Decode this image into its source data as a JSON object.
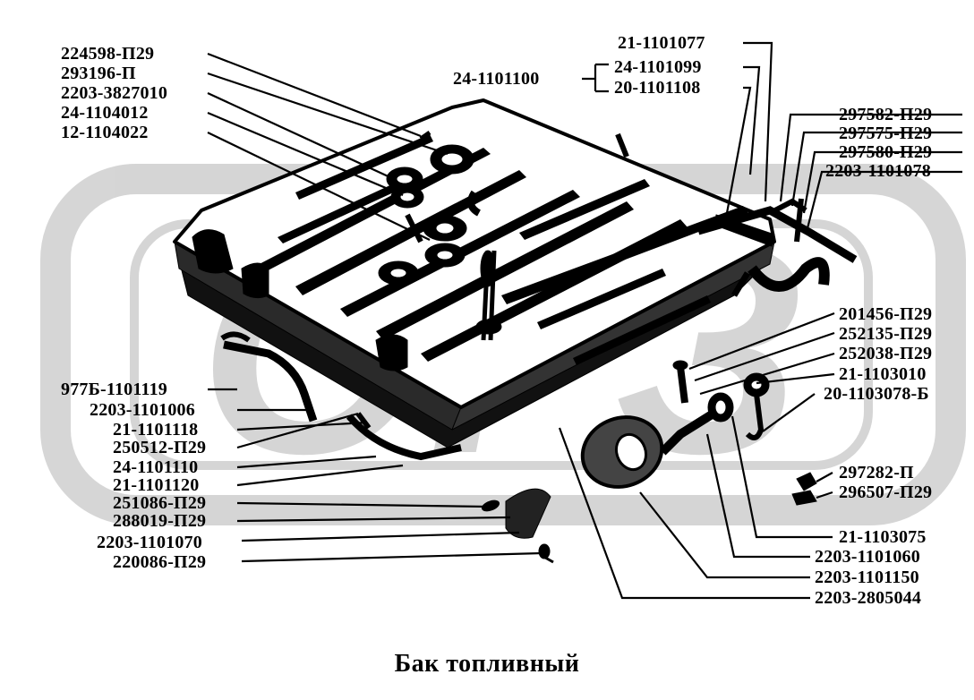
{
  "title": "Бак топливный",
  "labels": {
    "l_224598": "224598-П29",
    "l_293196": "293196-П",
    "l_2203_3827010": "2203-3827010",
    "l_24_1104012": "24-1104012",
    "l_12_1104022": "12-1104022",
    "l_21_1101077": "21-1101077",
    "l_24_1101100": "24-1101100",
    "l_24_1101099": "24-1101099",
    "l_20_1101108": "20-1101108",
    "l_297582": "297582-П29",
    "l_297575": "297575-П29",
    "l_297580": "297580-П29",
    "l_2203_1101078": "2203-1101078",
    "l_201456": "201456-П29",
    "l_252135": "252135-П29",
    "l_252038": "252038-П29",
    "l_21_1103010": "21-1103010",
    "l_20_1103078": "20-1103078-Б",
    "l_977b": "977Б-1101119",
    "l_2203_1101006": "2203-1101006",
    "l_21_1101118": "21-1101118",
    "l_250512": "250512-П29",
    "l_24_1101110": "24-1101110",
    "l_21_1101120": "21-1101120",
    "l_251086": "251086-П29",
    "l_288019": "288019-П29",
    "l_2203_1101070": "2203-1101070",
    "l_220086": "220086-П29",
    "l_297282": "297282-П",
    "l_296507": "296507-П29",
    "l_21_1103075": "21-1103075",
    "l_2203_1101060": "2203-1101060",
    "l_2203_1101150": "2203-1101150",
    "l_2203_2805044": "2203-2805044"
  }
}
